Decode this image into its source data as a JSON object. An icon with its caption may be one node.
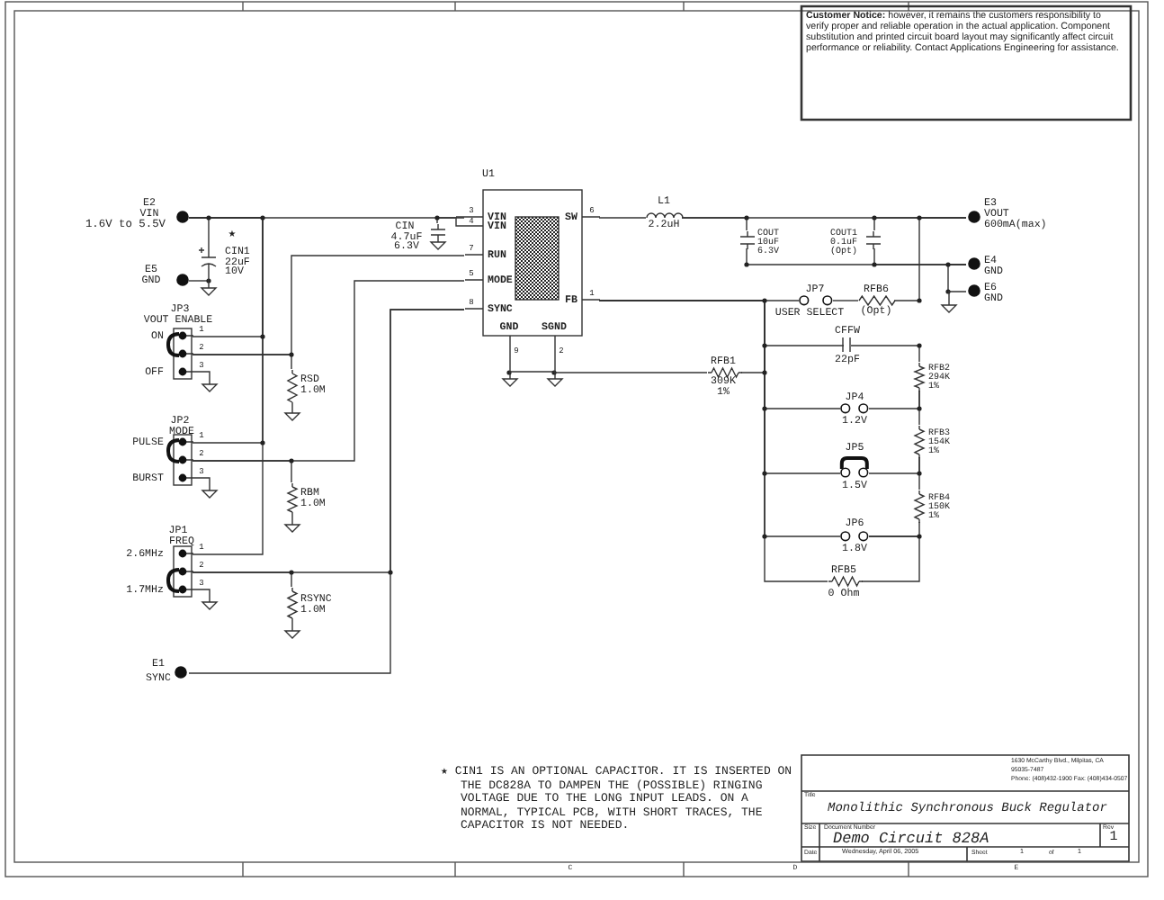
{
  "diagram": {
    "nodes": [
      {
        "text": [
          "**Customer Notice:** however, it remains the customers responsibility to verify proper and reliable operation in the actual application. Component substitution and printed circuit board layout may significantly affect circuit performance or reliability. Contact Applications Engineering for assistance."
        ]
      },
      {
        "text": [
          "E2",
          "VIN",
          "1.6V to 5.5V"
        ]
      },
      {
        "text": [
          "E5",
          "GND"
        ]
      },
      {
        "text": [
          "★",
          "CIN1",
          "22uF",
          "10V"
        ]
      },
      {
        "text": [
          "CIN",
          "4.7uF",
          "6.3V"
        ]
      },
      {
        "text": [
          "U1",
          "VIN",
          "VIN",
          "RUN",
          "MODE",
          "SYNC",
          "SW",
          "FB",
          "GND",
          "SGND",
          "3",
          "4",
          "7",
          "5",
          "8",
          "6",
          "1",
          "9",
          "2"
        ]
      },
      {
        "text": [
          "JP3",
          "VOUT ENABLE",
          "ON",
          "OFF",
          "1",
          "2",
          "3"
        ]
      },
      {
        "text": [
          "RSD",
          "1.0M"
        ]
      },
      {
        "text": [
          "JP2",
          "MODE",
          "PULSE",
          "BURST",
          "1",
          "2",
          "3"
        ]
      },
      {
        "text": [
          "RBM",
          "1.0M"
        ]
      },
      {
        "text": [
          "JP1",
          "FREQ",
          "2.6MHz",
          "1.7MHz",
          "1",
          "2",
          "3"
        ]
      },
      {
        "text": [
          "RSYNC",
          "1.0M"
        ]
      },
      {
        "text": [
          "E1",
          "SYNC"
        ]
      },
      {
        "text": [
          "L1",
          "2.2uH"
        ]
      },
      {
        "text": [
          "COUT",
          "10uF",
          "6.3V"
        ]
      },
      {
        "text": [
          "COUT1",
          "0.1uF",
          "(Opt)"
        ]
      },
      {
        "text": [
          "E3",
          "VOUT",
          "600mA(max)"
        ]
      },
      {
        "text": [
          "E4",
          "GND"
        ]
      },
      {
        "text": [
          "E6",
          "GND"
        ]
      },
      {
        "text": [
          "JP7",
          "USER SELECT"
        ]
      },
      {
        "text": [
          "RFB6",
          "(Opt)"
        ]
      },
      {
        "text": [
          "CFFW",
          "22pF"
        ]
      },
      {
        "text": [
          "RFB1",
          "309K",
          "1%"
        ]
      },
      {
        "text": [
          "RFB2",
          "294K",
          "1%"
        ]
      },
      {
        "text": [
          "JP4",
          "1.2V"
        ]
      },
      {
        "text": [
          "RFB3",
          "154K",
          "1%"
        ]
      },
      {
        "text": [
          "JP5",
          "1.5V"
        ]
      },
      {
        "text": [
          "RFB4",
          "150K",
          "1%"
        ]
      },
      {
        "text": [
          "JP6",
          "1.8V"
        ]
      },
      {
        "text": [
          "RFB5",
          "0 Ohm"
        ]
      },
      {
        "text": [
          "1630 McCarthy Blvd., Milpitas, CA",
          "95035-7487",
          "Phone: (408)432-1900 Fax: (408)434-0507",
          "Title",
          "Monolithic Synchronous Buck Regulator",
          "Size",
          "Document Number",
          "Demo Circuit 828A",
          "Rev",
          "1",
          "Date",
          "Wednesday, April 06, 2005",
          "Sheet",
          "1",
          "of",
          "1"
        ]
      }
    ],
    "edges": [
      {
        "from": 1,
        "to": 5,
        "arrow": "none"
      },
      {
        "from": 1,
        "to": 3,
        "arrow": "none"
      },
      {
        "from": 4,
        "to": 5,
        "arrow": "none"
      },
      {
        "from": 1,
        "to": 6,
        "arrow": "none"
      },
      {
        "from": 1,
        "to": 8,
        "arrow": "none"
      },
      {
        "from": 1,
        "to": 10,
        "arrow": "none"
      },
      {
        "from": 5,
        "to": 6,
        "arrow": "none"
      },
      {
        "from": 7,
        "to": 6,
        "arrow": "none"
      },
      {
        "from": 5,
        "to": 8,
        "arrow": "none"
      },
      {
        "from": 9,
        "to": 8,
        "arrow": "none"
      },
      {
        "from": 5,
        "to": 10,
        "arrow": "none"
      },
      {
        "from": 11,
        "to": 10,
        "arrow": "none"
      },
      {
        "from": 12,
        "to": 5,
        "arrow": "none"
      },
      {
        "from": 2,
        "to": 3,
        "arrow": "none"
      },
      {
        "from": 5,
        "to": 13,
        "arrow": "none"
      },
      {
        "from": 13,
        "to": 16,
        "arrow": "none"
      },
      {
        "from": 14,
        "to": 13,
        "arrow": "none"
      },
      {
        "from": 15,
        "to": 16,
        "arrow": "none"
      },
      {
        "from": 14,
        "to": 17,
        "arrow": "none"
      },
      {
        "from": 15,
        "to": 17,
        "arrow": "none"
      },
      {
        "from": 17,
        "to": 18,
        "arrow": "none"
      },
      {
        "from": 5,
        "to": 19,
        "arrow": "none"
      },
      {
        "from": 19,
        "to": 20,
        "arrow": "none"
      },
      {
        "from": 20,
        "to": 16,
        "arrow": "none"
      },
      {
        "from": 5,
        "to": 21,
        "arrow": "none"
      },
      {
        "from": 21,
        "to": 23,
        "arrow": "none"
      },
      {
        "from": 5,
        "to": 22,
        "arrow": "none"
      },
      {
        "from": 22,
        "to": 5,
        "arrow": "none"
      },
      {
        "from": 5,
        "to": 24,
        "arrow": "none"
      },
      {
        "from": 5,
        "to": 26,
        "arrow": "none"
      },
      {
        "from": 5,
        "to": 28,
        "arrow": "none"
      },
      {
        "from": 5,
        "to": 29,
        "arrow": "none"
      },
      {
        "from": 23,
        "to": 24,
        "arrow": "none"
      },
      {
        "from": 23,
        "to": 25,
        "arrow": "none"
      },
      {
        "from": 26,
        "to": 25,
        "arrow": "none"
      },
      {
        "from": 25,
        "to": 27,
        "arrow": "none"
      },
      {
        "from": 27,
        "to": 28,
        "arrow": "none"
      },
      {
        "from": 29,
        "to": 28,
        "arrow": "none"
      }
    ],
    "labels": [
      "★ CIN1 IS AN OPTIONAL CAPACITOR. IT IS INSERTED ON THE DC828A TO DAMPEN THE (POSSIBLE) RINGING VOLTAGE DUE TO THE LONG INPUT LEADS. ON A NORMAL, TYPICAL PCB, WITH SHORT TRACES, THE CAPACITOR IS NOT NEEDED.",
      "C",
      "D",
      "E"
    ]
  }
}
